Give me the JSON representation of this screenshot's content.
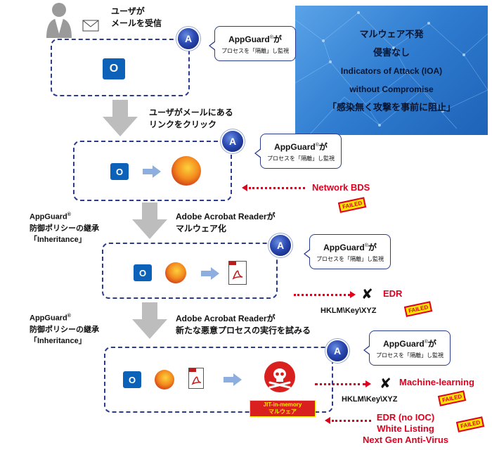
{
  "step1": {
    "line1": "ユーザが",
    "line2": "メールを受信"
  },
  "step2": {
    "line1": "ユーザがメールにある",
    "line2": "リンクをクリック"
  },
  "step3": {
    "line1": "Adobe Acrobat Readerが",
    "line2": "マルウェア化"
  },
  "step4": {
    "line1": "Adobe Acrobat Readerが",
    "line2": "新たな悪意プロセスの実行を試みる"
  },
  "inheritance": {
    "line1": "AppGuard",
    "reg": "®",
    "line2": "防御ポリシーの継承",
    "line3": "「Inheritance」"
  },
  "callout": {
    "title": "AppGuard",
    "reg": "®",
    "title_suffix": "が",
    "subtitle": "プロセスを「隔離」し監視"
  },
  "banner": {
    "line1": "マルウェア不発",
    "line2": "侵害なし",
    "line3": "Indicators of Attack (IOA)",
    "line4": "without Compromise",
    "line5": "「感染無く攻撃を事前に阻止」",
    "bg_color": "#3a86d8"
  },
  "threats": {
    "network_bds": "Network BDS",
    "edr": "EDR",
    "registry_key": "HKLM\\Key\\XYZ",
    "machine_learning": "Machine-learning",
    "edr_no_ioc": "EDR (no IOC)",
    "white_listing": "White Listing",
    "next_gen_av": "Next Gen Anti-Virus",
    "failed": "FAILED",
    "cross": "✘"
  },
  "jit": {
    "line1": "JIT-in-memory",
    "line2": "マルウェア"
  },
  "icons": {
    "user": "user-icon",
    "mail": "envelope-icon",
    "outlook": "outlook-icon",
    "firefox": "firefox-icon",
    "pdf": "pdf-icon",
    "badge": "appguard-badge-icon",
    "skull": "skull-icon"
  },
  "colors": {
    "accent_blue": "#2b3b8f",
    "alert_red": "#e0001e",
    "failed_yellow": "#ffe600"
  }
}
